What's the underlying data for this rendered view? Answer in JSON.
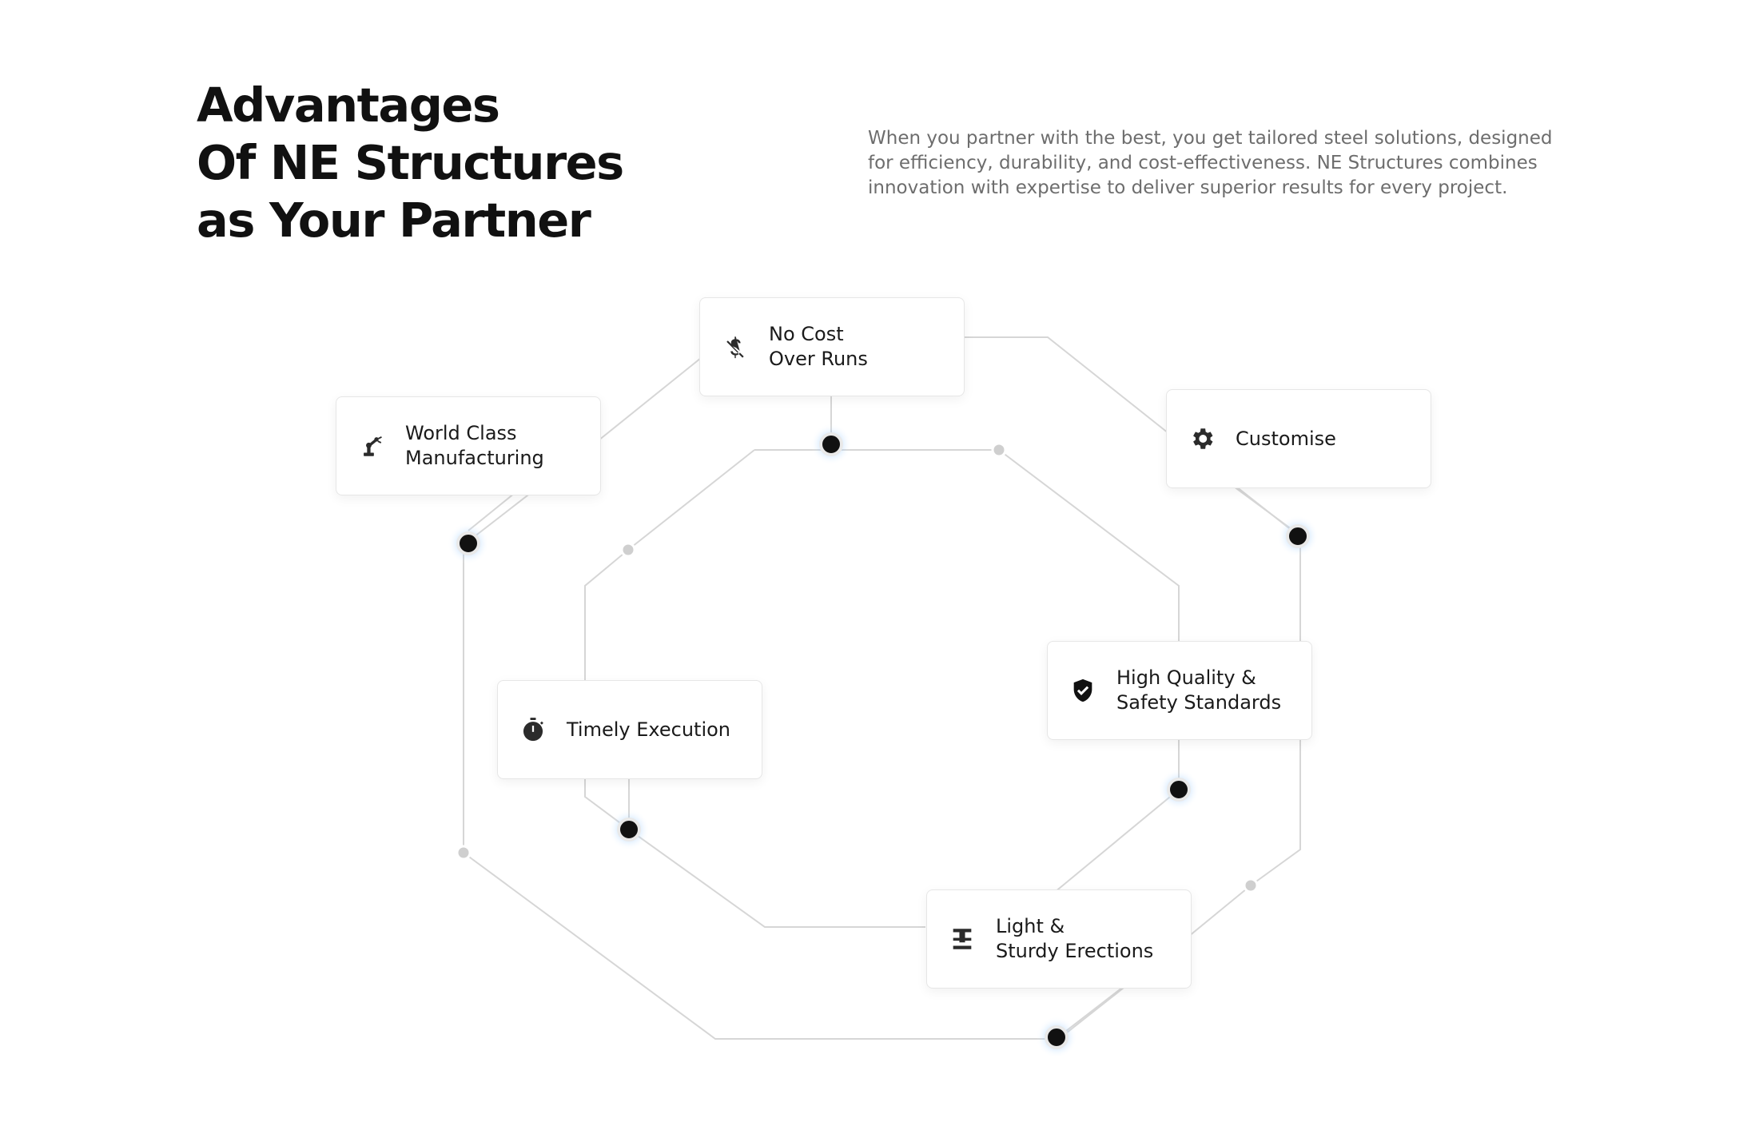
{
  "header": {
    "title_lines": [
      "Advantages",
      "Of NE Structures",
      "as Your Partner"
    ],
    "intro_lines": [
      "When you partner with the best, you get tailored steel solutions, designed",
      "for efficiency, durability, and cost-effectiveness. NE Structures combines",
      "innovation with expertise to deliver superior results for every project."
    ]
  },
  "features": [
    {
      "id": "no-cost-over-runs",
      "lines": [
        "No Cost",
        "Over Runs"
      ],
      "icon": "dollar-off-icon"
    },
    {
      "id": "world-class-manufacturing",
      "lines": [
        "World Class",
        "Manufacturing"
      ],
      "icon": "robot-arm-icon"
    },
    {
      "id": "customise",
      "lines": [
        "Customise"
      ],
      "icon": "gear-icon"
    },
    {
      "id": "high-quality-safety",
      "lines": [
        "High Quality &",
        "Safety Standards"
      ],
      "icon": "shield-check-icon"
    },
    {
      "id": "timely-execution",
      "lines": [
        "Timely Execution"
      ],
      "icon": "stopwatch-icon"
    },
    {
      "id": "light-sturdy-erections",
      "lines": [
        "Light &",
        "Sturdy Erections"
      ],
      "icon": "steel-beam-icon"
    }
  ],
  "colors": {
    "heading": "#111111",
    "body_text": "#6d6d6d",
    "line": "#d6d6d6",
    "node": "#111111",
    "node_glow": "#5aa9ff",
    "minor_node": "#cfcfcf"
  }
}
